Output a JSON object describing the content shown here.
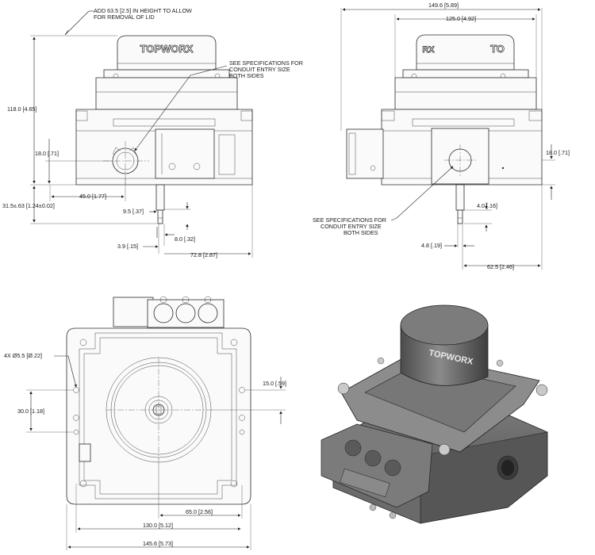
{
  "brand": "TOPWORX",
  "notes": {
    "lid": [
      "ADD 63.5 [2.5] IN HEIGHT TO ALLOW",
      "FOR REMOVAL OF LID"
    ],
    "conduit_front": [
      "SEE SPECIFICATIONS FOR",
      "CONDUIT ENTRY SIZE",
      "BOTH SIDES"
    ],
    "conduit_side": [
      "SEE SPECIFICATIONS FOR",
      "CONDUIT ENTRY SIZE",
      "BOTH SIDES"
    ]
  },
  "dims": {
    "h118": "118.0 [4.65]",
    "h18_left": "18.0 [.71]",
    "h31_5": "31.5±.63 [1.24±0.02]",
    "w45": "45.0 [1.77]",
    "w9_5": "9.5 [.37]",
    "w8": "8.0 [.32]",
    "w3_9": "3.9 [.15]",
    "w72_8": "72.8 [2.87]",
    "w149_6": "149.6 [5.89]",
    "w125": "125.0 [4.92]",
    "h18_right": "18.0 [.71]",
    "h4": "4.0 [.16]",
    "w4_8": "4.8 [.19]",
    "w62_5": "62.5 [2.46]",
    "holes": "4X Ø5.5 [Ø.22]",
    "h15": "15.0 [.59]",
    "h30": "30.0 [1.18]",
    "w65": "65.0 [2.56]",
    "w130": "130.0 [5.12]",
    "w145_6": "145.6 [5.73]"
  },
  "colors": {
    "line": "#222222",
    "metal": "#6f6f6f",
    "metal_dark": "#4a4a4a"
  }
}
